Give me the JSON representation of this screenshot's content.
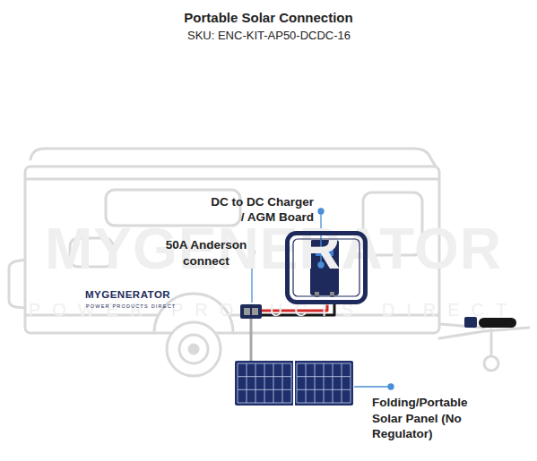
{
  "diagram": {
    "title": "Portable Solar Connection",
    "nodes": [
      {
        "text": [
          "DC to DC Charger / AGM Board"
        ]
      },
      {
        "text": [
          "50A Anderson connect"
        ]
      },
      {
        "text": [
          "Folding/Portable Solar Panel (No Regulator)"
        ]
      }
    ],
    "edges": [
      {
        "from": 1,
        "to": 0,
        "arrow": "none"
      },
      {
        "from": 1,
        "to": 2,
        "arrow": "none"
      }
    ],
    "labels": [
      "SKU: ENC-KIT-AP50-DCDC-16",
      "MYGENERATOR",
      "POWER PRODUCTS DIRECT",
      "MYGENERATOR",
      "POWER PRODUCTS DIRECT"
    ]
  }
}
